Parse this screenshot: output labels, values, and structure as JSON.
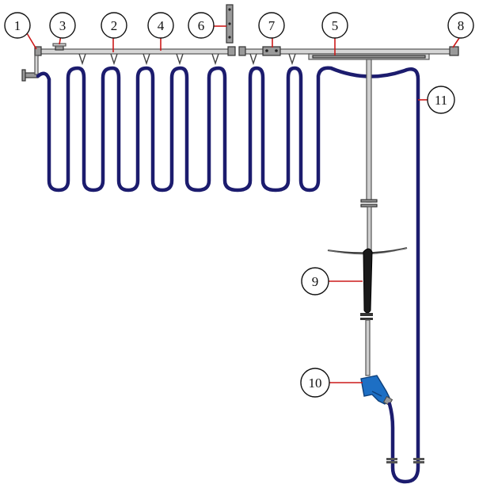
{
  "callouts": [
    {
      "id": "1",
      "label": "1"
    },
    {
      "id": "2",
      "label": "2"
    },
    {
      "id": "3",
      "label": "3"
    },
    {
      "id": "4",
      "label": "4"
    },
    {
      "id": "5",
      "label": "5"
    },
    {
      "id": "6",
      "label": "6"
    },
    {
      "id": "7",
      "label": "7"
    },
    {
      "id": "8",
      "label": "8"
    },
    {
      "id": "9",
      "label": "9"
    },
    {
      "id": "10",
      "label": "10"
    },
    {
      "id": "11",
      "label": "11"
    }
  ],
  "colors": {
    "hose": "#1c1c6e",
    "leader": "#cc1a1a",
    "nozzle": "#1d6fc4",
    "grip": "#1a1a1a"
  }
}
